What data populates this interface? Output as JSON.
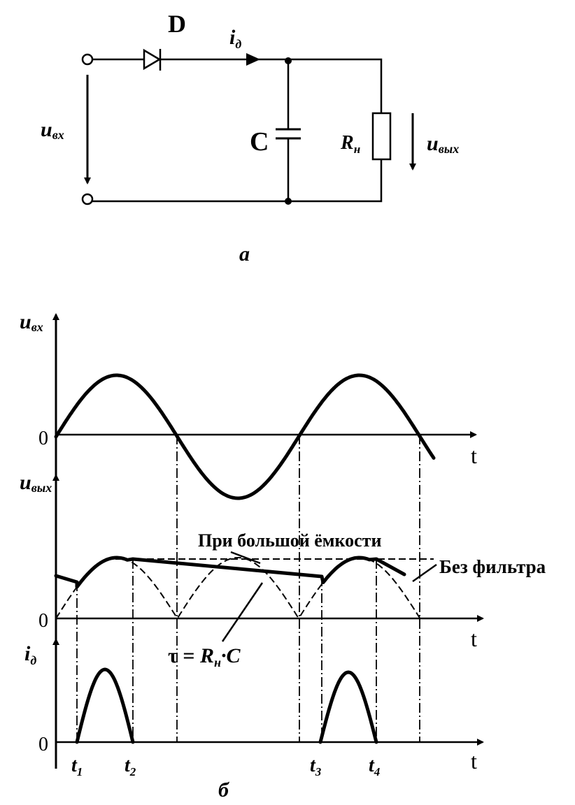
{
  "circuit": {
    "diode_label": "D",
    "current_label": "i",
    "current_sub": "д",
    "input_label": "u",
    "input_sub": "вх",
    "capacitor_label": "C",
    "resistor_label": "R",
    "resistor_sub": "н",
    "output_label": "u",
    "output_sub": "вых",
    "caption": "а"
  },
  "graphs": {
    "input_axis": {
      "label": "u",
      "sub": "вх",
      "zero": "0",
      "t": "t"
    },
    "output_axis": {
      "label": "u",
      "sub": "вых",
      "zero": "0",
      "t": "t"
    },
    "current_axis": {
      "label": "i",
      "sub": "д",
      "zero": "0",
      "t": "t"
    },
    "annotation_large_c": "При большой ёмкости",
    "annotation_no_filter": "Без фильтра",
    "tau_formula": {
      "lhs": "τ = ",
      "R": "R",
      "R_sub": "н",
      "rest": "·C"
    },
    "time_marks": [
      {
        "t": "t",
        "sub": "1"
      },
      {
        "t": "t",
        "sub": "2"
      },
      {
        "t": "t",
        "sub": "3"
      },
      {
        "t": "t",
        "sub": "4"
      }
    ],
    "caption": "б"
  }
}
